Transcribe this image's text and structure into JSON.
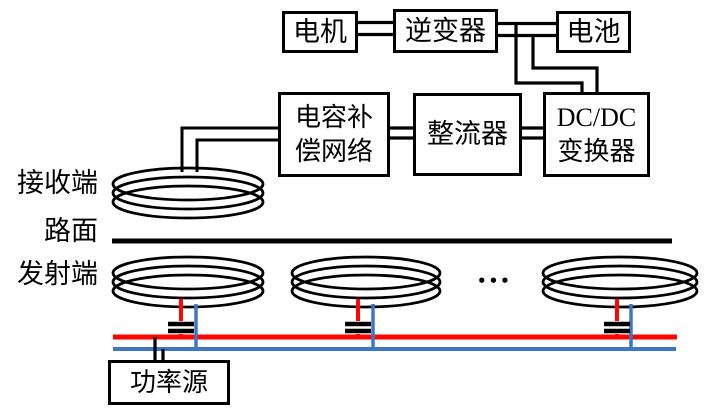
{
  "colors": {
    "line": "#000000",
    "red_bus": "#FB0505",
    "blue_bus": "#3B78C2"
  },
  "blocks": {
    "motor": {
      "label": "电机"
    },
    "inverter": {
      "label": "逆变器"
    },
    "battery": {
      "label": "电池"
    },
    "compensation": {
      "label": "电容补偿网络",
      "line1": "电容补",
      "line2": "偿网络"
    },
    "rectifier": {
      "label": "整流器"
    },
    "dcdc": {
      "label": "DC/DC变换器",
      "line1": "DC/DC",
      "line2": "变换器"
    },
    "power_source": {
      "label": "功率源"
    }
  },
  "labels": {
    "receiver": "接收端",
    "road": "路面",
    "transmitter": "发射端",
    "ellipsis": "•••"
  }
}
